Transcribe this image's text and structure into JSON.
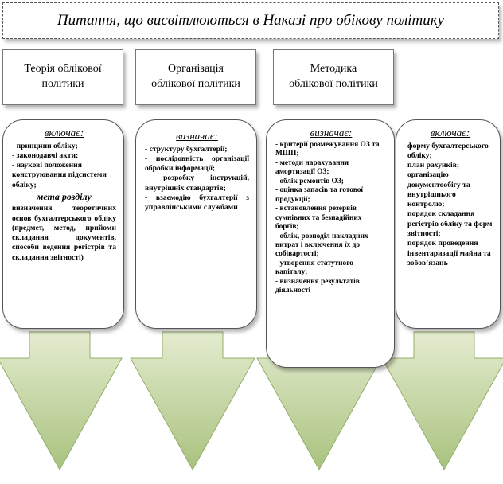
{
  "title": "Питання, що висвітлюються в Наказі про обікову політику",
  "columns": [
    {
      "header": [
        "Теорія облікової",
        "політики"
      ],
      "caption": "включає:",
      "items": [
        "- принципи обліку;",
        "- законодавчі акти;",
        "- наукові положення конструювання підсистеми обліку;"
      ],
      "subcaption": "мета розділу",
      "tail": [
        "визначення теоретичних основ бухгалтерського обліку (предмет, метод, прийоми складання документів, способи ведення регістрів та складання звітності)"
      ]
    },
    {
      "header": [
        "Організація",
        "облікової політики"
      ],
      "caption": "визначає:",
      "items": [
        "- структуру бухгалтерії;",
        "- послідовність організації обробки інформації;",
        "- розробку інструкцій, внутрішніх стандартів;",
        "- взаємодію бухгалтерії з управлінськими службами"
      ]
    },
    {
      "header": [
        "Методика",
        "облікової політики"
      ],
      "caption": "визначає:",
      "items": [
        "- критерії розмежування ОЗ та МШП;",
        "- методи нарахування амортизації ОЗ;",
        "- облік ремонтів ОЗ;",
        "- оцінка запасів та готової продукції;",
        "- встановлення резервів сумнівних та безнадійних боргів;",
        "- облік, розподіл накладних витрат і включення їх до собівартості;",
        "- утворення статутного капіталу;",
        "- визначення результатів діяльності"
      ]
    },
    {
      "caption": "включає:",
      "items": [
        " форму бухгалтерського обліку;",
        " план рахунків;",
        " організацію документообігу та внутрішнього контролю;",
        " порядок складання регістрів обліку та форм звітності;",
        " порядок проведення інвентаризації майна та зобов’язань"
      ]
    }
  ],
  "colors": {
    "arrow_fill_top": "#e4ecd0",
    "arrow_fill_bottom": "#a9c27e",
    "arrow_stroke": "#94ae68"
  }
}
